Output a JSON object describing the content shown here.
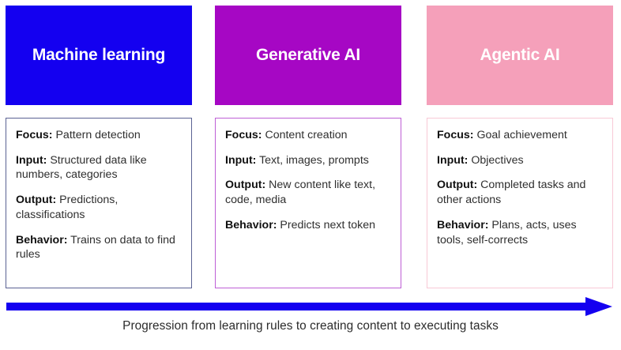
{
  "slide": {
    "title_alt": "Machine learning vs Generative AI vs Agentic AI comparison",
    "background_color": "#ffffff"
  },
  "columns": [
    {
      "id": "machine-learning",
      "header_label": "Machine learning",
      "header_bg": "#1400F0",
      "header_text_color": "#ffffff",
      "card_border_color": "#5B6293",
      "entries": [
        {
          "label": "Focus:",
          "value": "Pattern detection"
        },
        {
          "label": "Input:",
          "value": "Structured data like numbers, categories"
        },
        {
          "label": "Output:",
          "value": "Predictions, classifications"
        },
        {
          "label": "Behavior:",
          "value": "Trains on data to find rules"
        }
      ]
    },
    {
      "id": "generative-ai",
      "header_label": "Generative AI",
      "header_bg": "#A607C4",
      "header_text_color": "#ffffff",
      "card_border_color": "#BE5FD6",
      "entries": [
        {
          "label": "Focus:",
          "value": "Content creation"
        },
        {
          "label": "Input:",
          "value": "Text, images, prompts"
        },
        {
          "label": "Output:",
          "value": "New content like text, code, media"
        },
        {
          "label": "Behavior:",
          "value": "Predicts next token"
        }
      ]
    },
    {
      "id": "agentic-ai",
      "header_label": "Agentic AI",
      "header_bg": "#F5A0BA",
      "header_text_color": "#ffffff",
      "card_border_color": "#F8C9D6",
      "entries": [
        {
          "label": "Focus:",
          "value": "Goal achievement"
        },
        {
          "label": "Input:",
          "value": "Objectives"
        },
        {
          "label": "Output:",
          "value": "Completed tasks and other actions"
        },
        {
          "label": "Behavior:",
          "value": "Plans, acts, uses tools, self-corrects"
        }
      ]
    }
  ],
  "arrow": {
    "name": "progression-arrow",
    "color": "#1400F0",
    "direction": "right"
  },
  "caption": {
    "text": "Progression from learning rules to creating content to executing tasks",
    "color": "#2b2b2b"
  }
}
